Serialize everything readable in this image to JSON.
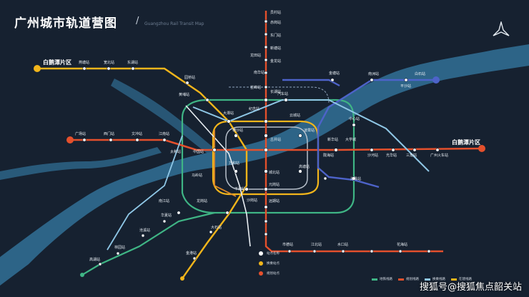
{
  "title": "广州城市轨道营图",
  "subtitle": "Guangzhou Rail Transit Map",
  "watermark": "搜狐号@搜狐焦点韶关站",
  "colors": {
    "background": "#162130",
    "river": "#2d6487",
    "line_yellow": "#f2b51b",
    "line_red": "#e4502c",
    "line_light_blue": "#8fc7e6",
    "line_green": "#3fb585",
    "line_purple": "#4d63c9",
    "line_grey": "#b7c0cb",
    "line_white": "#e8edf2",
    "ring_orange": "#e08a2a"
  },
  "terminals": {
    "left_yellow": "白鹅潭片区",
    "right_red": "白鹅潭片区"
  },
  "stations": {
    "s_wlz": "燕塘站",
    "s_gbz": "宽北站",
    "s_dhz": "东湖站",
    "s_ysz": "园桥站",
    "s_hdz": "黄埔站",
    "s_gcz": "广场站",
    "s_xmz": "西门站",
    "s_wcz": "文冲站",
    "s_jnz": "江南站",
    "s_ylz": "员村站",
    "s_sbgz": "赤岗站",
    "s_dmz": "东门站",
    "s_xtz": "新塘站",
    "s_jlz": "金龙站",
    "s_ltz": "龙田站",
    "s_nh": "南华站",
    "s_ywz": "芸峰站",
    "s_ch": "长湖站",
    "s_qcz": "汽车站",
    "s_jsz": "纪念站",
    "s_ycz": "云城站",
    "s_dtz": "大潭站",
    "s_hpz": "横沙站",
    "s_gjz": "古井站",
    "s_lxz": "凌霄站",
    "s_xhz": "新华站",
    "s_dxz": "大学城",
    "s_lhz": "陇海站",
    "s_qsz": "沙河站",
    "s_ghz": "光华站",
    "s_sjz": "三角站",
    "s_gzz": "广州火车站",
    "s_zgz": "中国站",
    "s_tjz": "太和站",
    "s_whz": "万和站",
    "s_cbz": "城北站",
    "s_gtz": "高塘站",
    "s_mlz": "马岭站",
    "s_xcz": "下渡站",
    "s_ydz": "元岗站",
    "s_sgz": "沙岗站",
    "s_yqz": "远期站",
    "s_hbz": "海珠站",
    "s_zxz": "中心站",
    "s_nzz": "南洲站",
    "s_jtz": "金塘站",
    "s_bsz": "白石站",
    "s_ptz": "平沙站",
    "s_lgz": "龙岗站",
    "s_njz": "南江站",
    "s_dsz": "大石站",
    "s_jgz": "金港站",
    "s_hxz": "华夏站",
    "s_cxz": "沧溪站",
    "s_lyz": "林园站",
    "s_ghx": "高湖站",
    "s_sdz": "市德站",
    "s_jbz": "江北站",
    "s_szz": "水口站",
    "s_hhz": "花海站"
  },
  "legend": {
    "item1": "站点名称",
    "item2": "换乘站点",
    "item3": "规划站点"
  },
  "legend_right": {
    "a": "地铁线路",
    "b": "规划线路",
    "c": "换乘线路",
    "d": "在建线路"
  }
}
